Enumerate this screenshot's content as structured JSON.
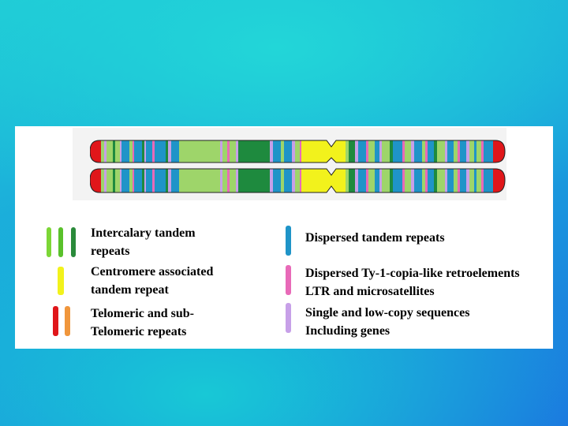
{
  "legend_left": [
    {
      "text": "Intercalary tandem\nrepeats",
      "colors": [
        "#7cd636",
        "#5ac12b",
        "#2a8a3a"
      ]
    },
    {
      "text": "Centromere associated\ntandem repeat",
      "colors": [
        "#f2f21c"
      ]
    },
    {
      "text": "Telomeric and sub-\nTelomeric repeats",
      "colors": [
        "#e0161a",
        "#f0963c"
      ]
    }
  ],
  "legend_right": [
    {
      "text": "Dispersed tandem repeats",
      "colors": [
        "#1f94c8"
      ]
    },
    {
      "text": "Dispersed Ty-1-copia-like retroelements\nLTR and microsatellites",
      "colors": [
        "#e86ab8"
      ]
    },
    {
      "text": "Single and low-copy sequences\nIncluding genes",
      "colors": [
        "#c7a0e8"
      ]
    }
  ],
  "colors": {
    "telomere": "#e0161a",
    "centromere": "#f2f21c",
    "dispersed_tandem": "#1f94c8",
    "intercalary_light": "#9ed56a",
    "intercalary_dark": "#1e8a3e",
    "retro": "#e86ab8",
    "single_copy": "#c7a0e8"
  }
}
